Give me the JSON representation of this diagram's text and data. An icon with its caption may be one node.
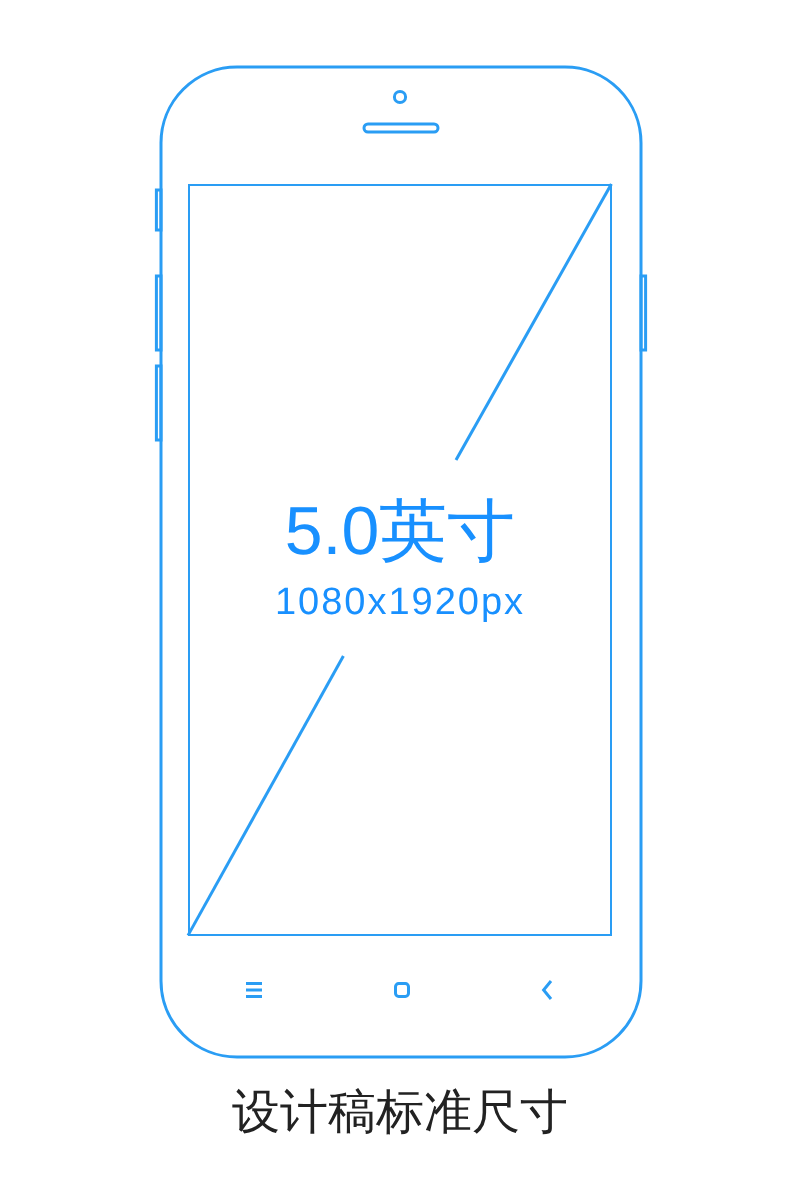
{
  "diagram": {
    "caption": "设计稿标准尺寸",
    "nodes": [
      {
        "text": [
          "5.0英寸",
          "1080x1920px"
        ]
      }
    ]
  }
}
